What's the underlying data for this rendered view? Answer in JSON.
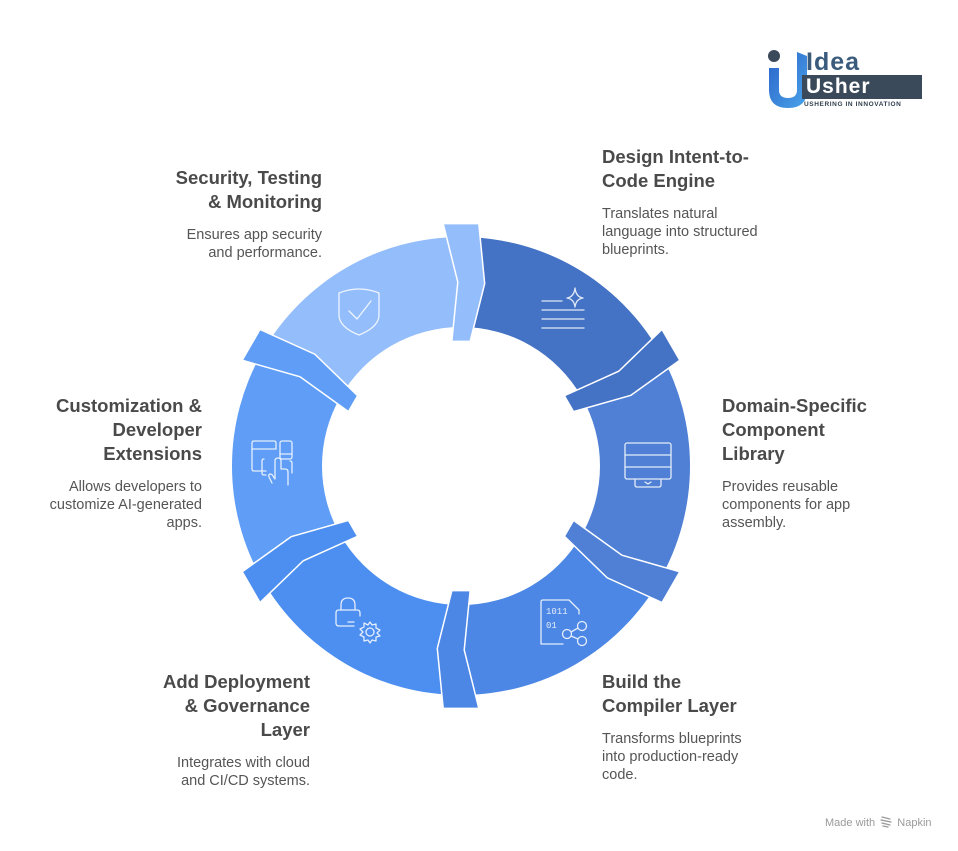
{
  "logo": {
    "word1": "Idea",
    "word2": "Usher",
    "tagline": "USHERING IN INNOVATION"
  },
  "steps": [
    {
      "id": "design",
      "title_lines": [
        "Design Intent-to-",
        "Code Engine"
      ],
      "desc": "Translates natural language into structured blueprints.",
      "icon": "sparkle-text-icon",
      "color": "#4472C4"
    },
    {
      "id": "library",
      "title_lines": [
        "Domain-Specific",
        "Component",
        "Library"
      ],
      "desc": "Provides reusable components for app assembly.",
      "icon": "component-stack-icon",
      "color": "#4F80D6"
    },
    {
      "id": "compiler",
      "title_lines": [
        "Build the",
        "Compiler Layer"
      ],
      "desc": "Transforms blueprints into production-ready code.",
      "icon": "binary-file-share-icon",
      "color": "#4C87E5"
    },
    {
      "id": "deployment",
      "title_lines": [
        "Add Deployment",
        "& Governance",
        "Layer"
      ],
      "desc": "Integrates with cloud and CI/CD systems.",
      "icon": "lock-gear-icon",
      "color": "#4D8FF0"
    },
    {
      "id": "customization",
      "title_lines": [
        "Customization &",
        "Developer",
        "Extensions"
      ],
      "desc": "Allows developers to customize AI-generated apps.",
      "icon": "touch-devices-icon",
      "color": "#5F9DF6"
    },
    {
      "id": "security",
      "title_lines": [
        "Security, Testing",
        "& Monitoring"
      ],
      "desc": "Ensures app security and performance.",
      "icon": "shield-check-icon",
      "color": "#94BDFB"
    }
  ],
  "footer": {
    "made_with": "Made with",
    "brand": "Napkin"
  }
}
